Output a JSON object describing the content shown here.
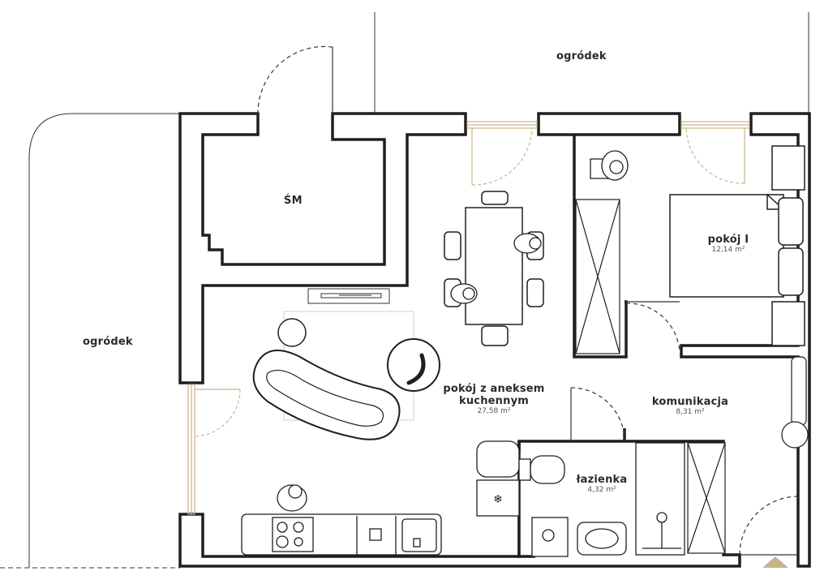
{
  "labels": {
    "garden_top": "ogródek",
    "garden_left": "ogródek"
  },
  "rooms": [
    {
      "id": "sm",
      "name": "ŚM",
      "area": ""
    },
    {
      "id": "pokoj1",
      "name": "pokój I",
      "area": "12,14 m²"
    },
    {
      "id": "living",
      "name_line1": "pokój z aneksem",
      "name_line2": "kuchennym",
      "area": "27,58 m²"
    },
    {
      "id": "komunikacja",
      "name": "komunikacja",
      "area": "8,31 m²"
    },
    {
      "id": "lazienka",
      "name": "łazienka",
      "area": "4,32 m²"
    }
  ],
  "colors": {
    "wall": "#1f1f1f",
    "window": "#d8c9a8",
    "accent": "#c9b48a",
    "line": "#333333"
  },
  "icons": {
    "fridge": "snowflake-icon",
    "entrance": "entrance-triangle-icon"
  }
}
